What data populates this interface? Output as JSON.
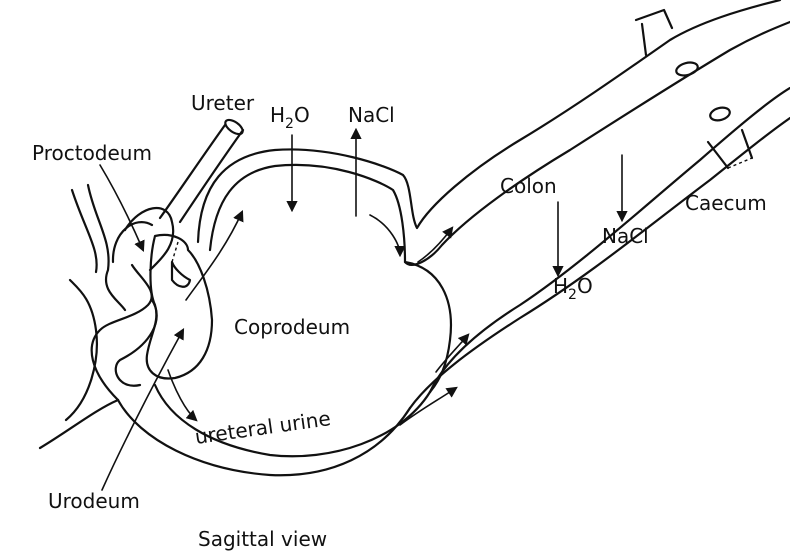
{
  "labels": {
    "ureter": "Ureter",
    "proctodeum": "Proctodeum",
    "h2o_top": {
      "base": "H",
      "sub": "2",
      "tail": "O"
    },
    "nacl_top": "NaCl",
    "colon": "Colon",
    "caecum": "Caecum",
    "nacl_right": "NaCl",
    "h2o_right": {
      "base": "H",
      "sub": "2",
      "tail": "O"
    },
    "coprodeum": "Coprodeum",
    "ureteral_urine": "ureteral urine",
    "urodeum": "Urodeum",
    "caption": "Sagittal view"
  },
  "colors": {
    "ink": "#111111",
    "background": "#ffffff"
  }
}
